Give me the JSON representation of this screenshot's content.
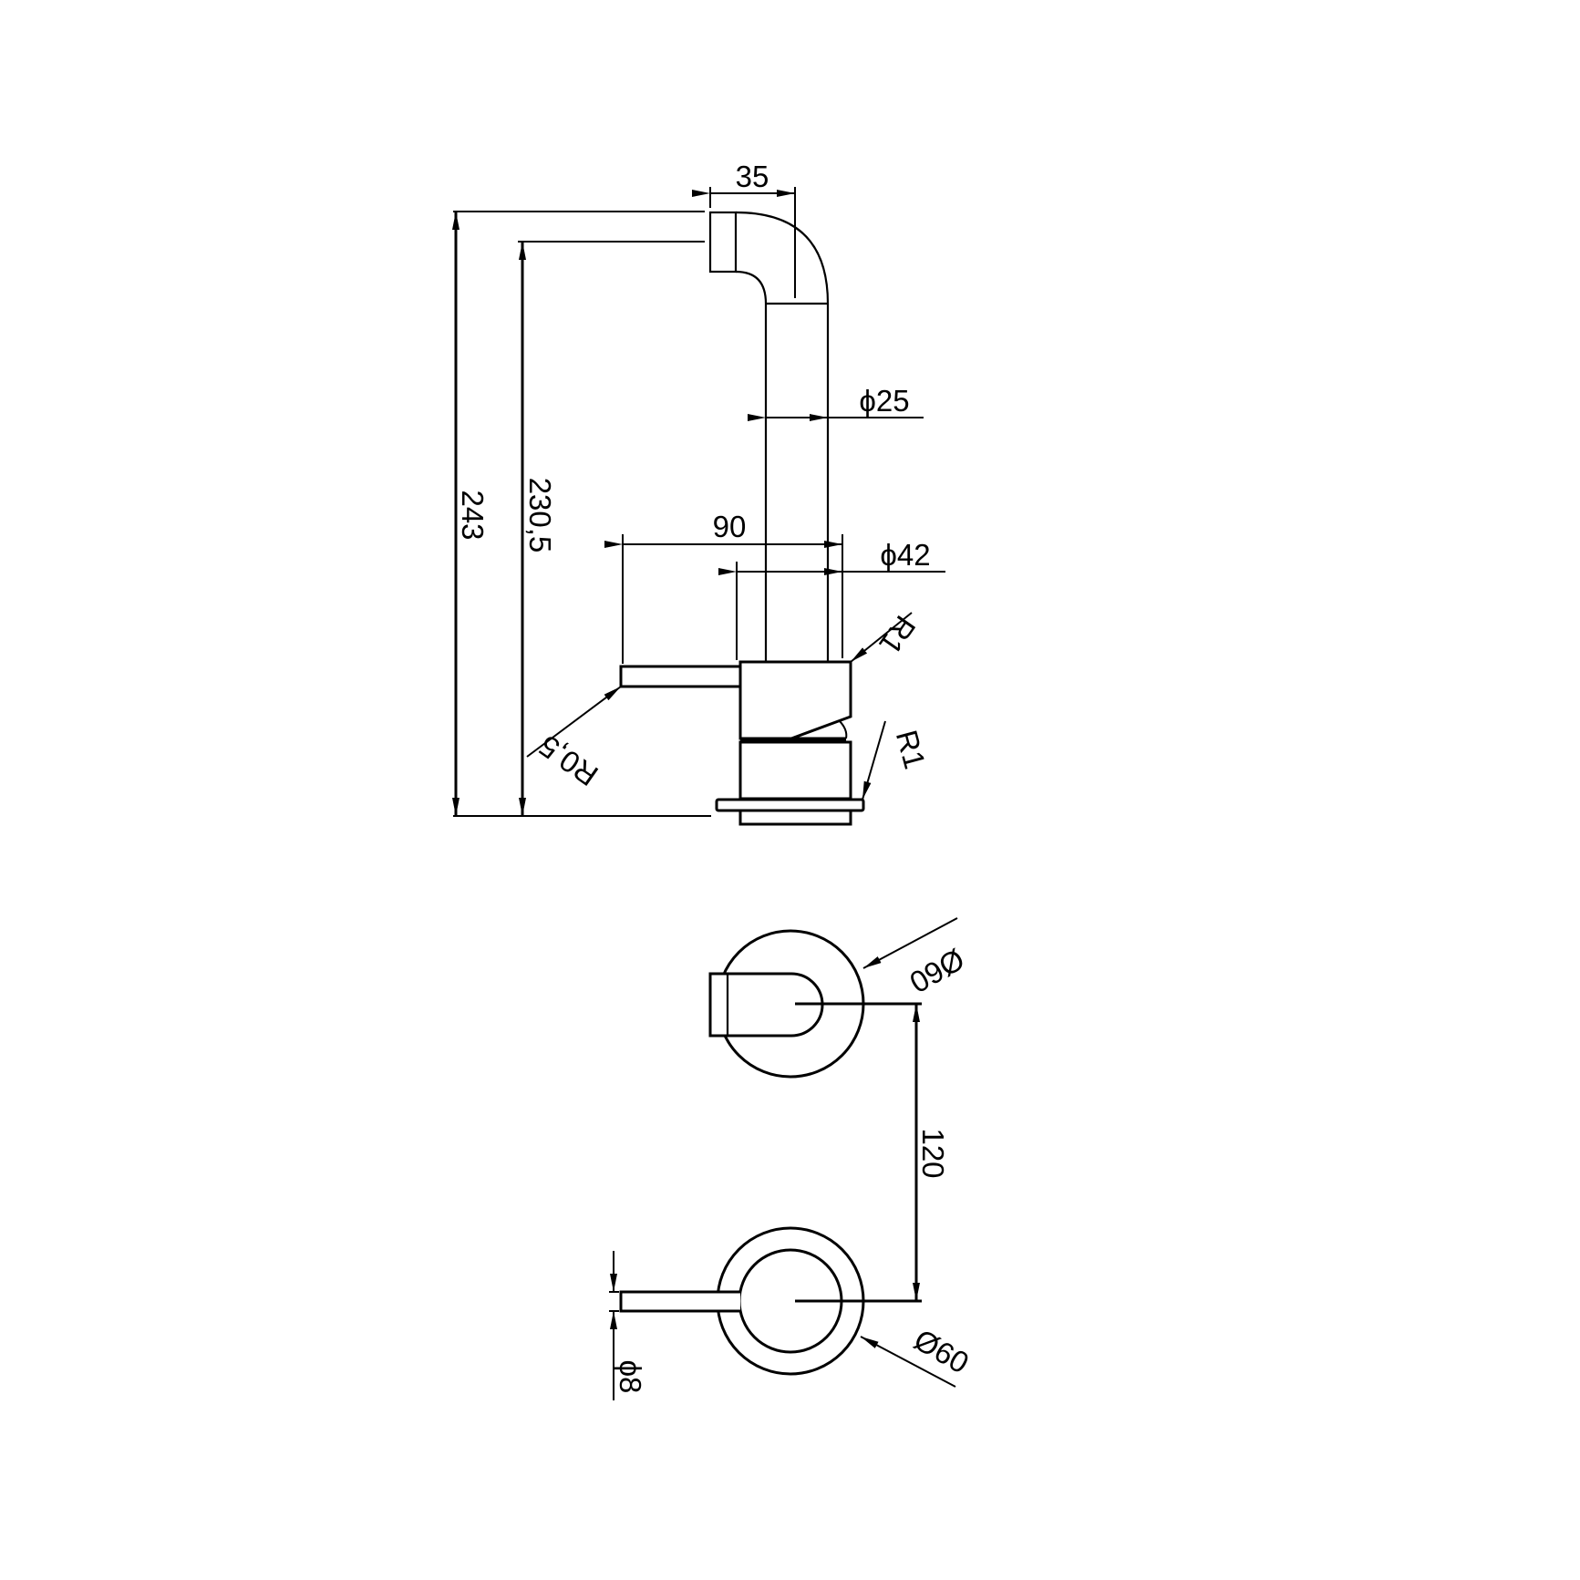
{
  "drawing": {
    "type": "technical drawing - single lever basin mixer",
    "line_color": "#000000",
    "background": "#ffffff",
    "side_view": {
      "dims": {
        "spout_projection": "35",
        "total_height": "243",
        "spout_outlet_height": "230,5",
        "tube_diameter": "ϕ25",
        "lever_reach": "90",
        "body_diameter": "ϕ42",
        "top_radius": "R1",
        "lever_radius": "R0,5",
        "base_radius": "R1"
      }
    },
    "top_view": {
      "dims": {
        "spout_rose_diameter": "Ø60",
        "center_distance": "120",
        "mixer_rose_diameter": "Ø60",
        "lever_diameter": "ϕ8"
      }
    }
  }
}
